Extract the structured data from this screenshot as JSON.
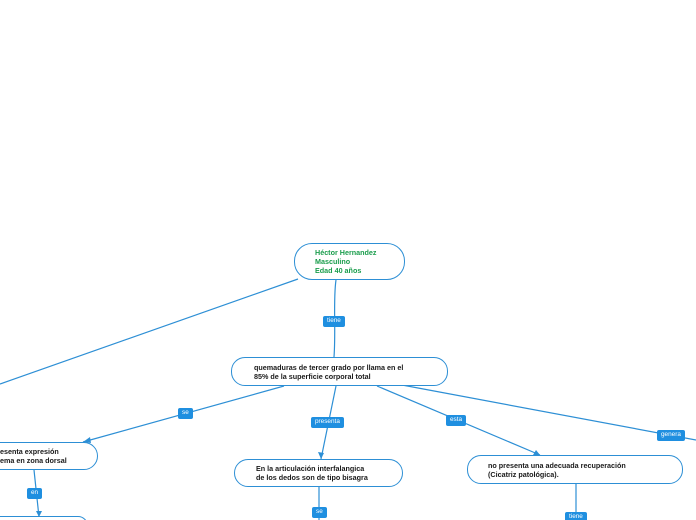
{
  "colors": {
    "link": "#2d8fd5",
    "tag_bg": "#1f8fe0",
    "root_text": "#1a9d4c"
  },
  "nodes": {
    "root": "Héctor Hernandez\nMasculino\nEdad 40 años",
    "burns": "quemaduras de tercer grado por llama en el\n85% de la superficie corporal total",
    "left": "esenta expresión\nema en zona dorsal",
    "joint": "En la articulación interfalangica\nde los dedos son de tipo bisagra",
    "recovery": "no presenta una adecuada recuperación\n(Cicatriz patológica)."
  },
  "tags": {
    "tiene_1": "tiene",
    "se_1": "se",
    "presenta": "presenta",
    "esta": "esta",
    "genera": "genera",
    "en": "en",
    "se_2": "se",
    "tiene_2": "tiene"
  }
}
